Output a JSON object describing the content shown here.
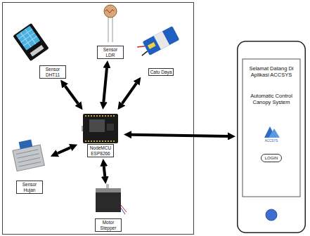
{
  "diagram": {
    "nodes": [
      {
        "text": [
          "Sensor LDR"
        ]
      },
      {
        "text": [
          "Sensor DHT11"
        ]
      },
      {
        "text": [
          "Catu Daya"
        ]
      },
      {
        "text": [
          "NodeMCU ESP8266"
        ]
      },
      {
        "text": [
          "Sensor Hujan"
        ]
      },
      {
        "text": [
          "Motor Stepper"
        ]
      },
      {
        "text": [
          "Selamat Datang Di Aplikasi ACCSYS",
          "Automatic Control Canopy System",
          "ACCSYS"
        ]
      },
      {
        "text": [
          "LOGIN"
        ],
        "in": 6
      }
    ],
    "edges": [
      {
        "from": 3,
        "to": 1,
        "arrow": "both"
      },
      {
        "from": 3,
        "to": 0,
        "arrow": "both"
      },
      {
        "from": 3,
        "to": 2,
        "arrow": "both"
      },
      {
        "from": 3,
        "to": 4,
        "arrow": "both"
      },
      {
        "from": 3,
        "to": 5,
        "arrow": "both"
      },
      {
        "from": 3,
        "to": 6,
        "arrow": "both"
      }
    ]
  }
}
